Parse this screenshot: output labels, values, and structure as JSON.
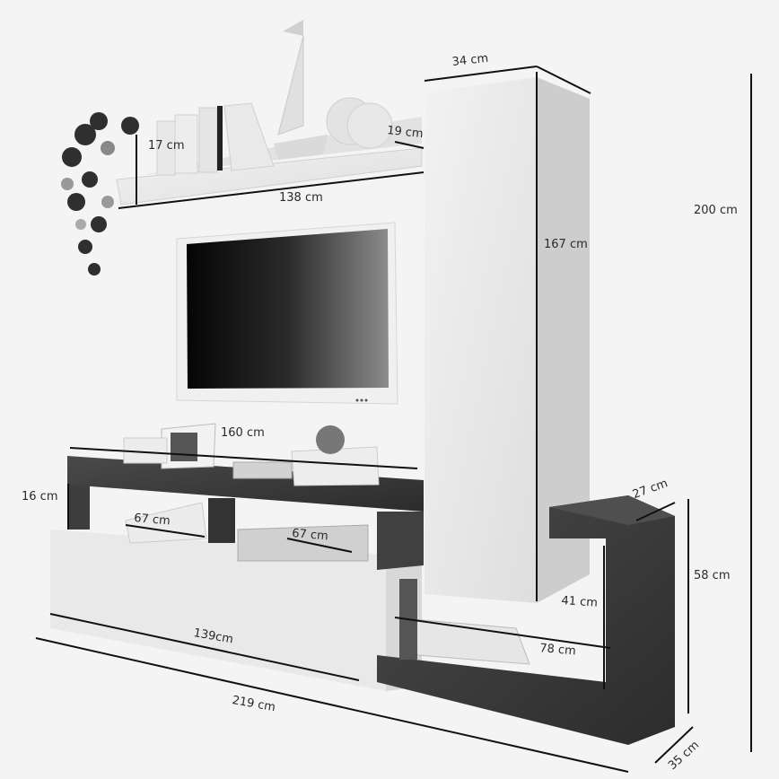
{
  "figure": {
    "type": "furniture-dimension-diagram",
    "colors": {
      "background": "#f4f4f4",
      "white_gloss": "#ececec",
      "dark_wood": "#3c3c3c",
      "line": "#111111",
      "text": "#2a2a2a"
    }
  },
  "dimensions": {
    "shelf_height": "17 cm",
    "shelf_depth": "19 cm",
    "shelf_width": "138 cm",
    "column_width": "34 cm",
    "column_height": "167 cm",
    "total_height": "200 cm",
    "tv_top_width": "160 cm",
    "tv_top_height": "16 cm",
    "compartment_left": "67 cm",
    "compartment_right": "67 cm",
    "lowboard_width": "139cm",
    "total_width": "219 cm",
    "side_unit_depth": "27 cm",
    "side_unit_height": "58 cm",
    "gap_height": "41 cm",
    "bottom_shelf_width": "78 cm",
    "base_depth": "35 cm"
  }
}
